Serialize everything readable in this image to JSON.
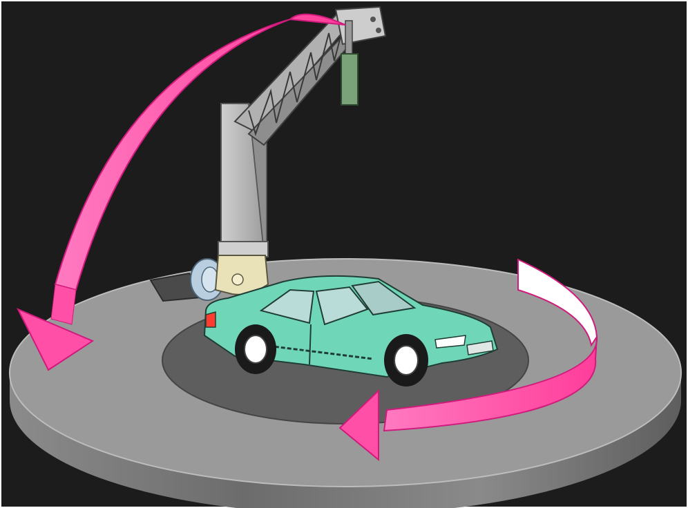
{
  "colors": {
    "background": "#1c1c1c",
    "frame": "#ffffff",
    "platform_top": "#9a9a9a",
    "platform_side": "#6f6f6f",
    "inner_ring": "#5f5f5f",
    "boom_steel": "#a9a9a9",
    "mast_column": "#b7b7b7",
    "joint_base": "#e9e2b8",
    "pivot_disc": "#b9cfe0",
    "sensor_head": "#7aa37a",
    "car_body": "#6fd6b8",
    "car_window": "#b9dcd8",
    "arrow_fill": "#ff4fa6",
    "arrow_stroke": "#d01a7c",
    "arrow_highlight": "#ffffff"
  },
  "components": [
    {
      "id": "turntable",
      "icon": "rotating-platform"
    },
    {
      "id": "mast",
      "icon": "vertical-column"
    },
    {
      "id": "boom",
      "icon": "truss-arm"
    },
    {
      "id": "sensor",
      "icon": "measuring-probe"
    },
    {
      "id": "vehicle",
      "icon": "sedan-car"
    },
    {
      "id": "vertical-rotation-arrow",
      "icon": "curved-arrow"
    },
    {
      "id": "horizontal-rotation-arrow",
      "icon": "curved-arrow"
    }
  ]
}
